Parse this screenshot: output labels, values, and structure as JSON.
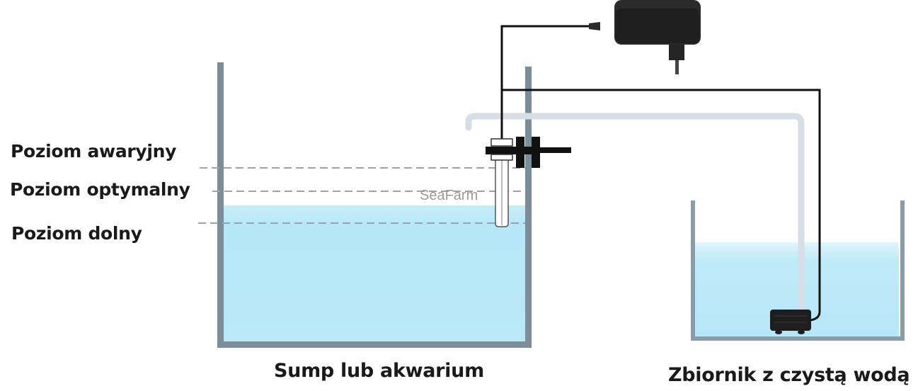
{
  "levels": {
    "emergency": "Poziom awaryjny",
    "optimal": "Poziom optymalny",
    "low": "Poziom dolny"
  },
  "tanks": {
    "sump": "Sump lub akwarium",
    "reservoir": "Zbiornik z czystą wodą"
  },
  "watermark": "SeaFarm",
  "colors": {
    "water_top": "#cfeef8",
    "water": "#b7e8f7",
    "tank_wall": "#7a8d99",
    "tube": "#d6dde4",
    "cable": "#111111",
    "device": "#1e1e1e"
  }
}
